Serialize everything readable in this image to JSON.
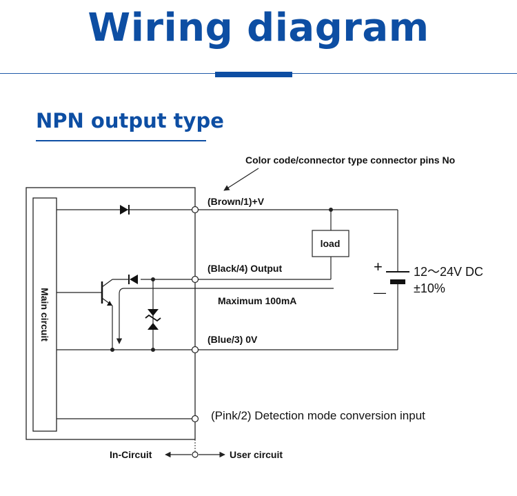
{
  "title": "Wiring diagram",
  "subtitle": "NPN output type",
  "diagram": {
    "callout": "Color code/connector type connector pins No",
    "main_circuit": "Main circuit",
    "load": "load",
    "wire_brown": "(Brown/1)+V",
    "wire_black": "(Black/4) Output",
    "max_current": "Maximum 100mA",
    "wire_blue": "(Blue/3) 0V",
    "wire_pink": "(Pink/2) Detection mode conversion input",
    "supply_voltage": "12～24V DC",
    "supply_tolerance": "±10%",
    "plus": "+",
    "minus": "—",
    "in_circuit": "In-Circuit",
    "user_circuit": "User circuit"
  }
}
